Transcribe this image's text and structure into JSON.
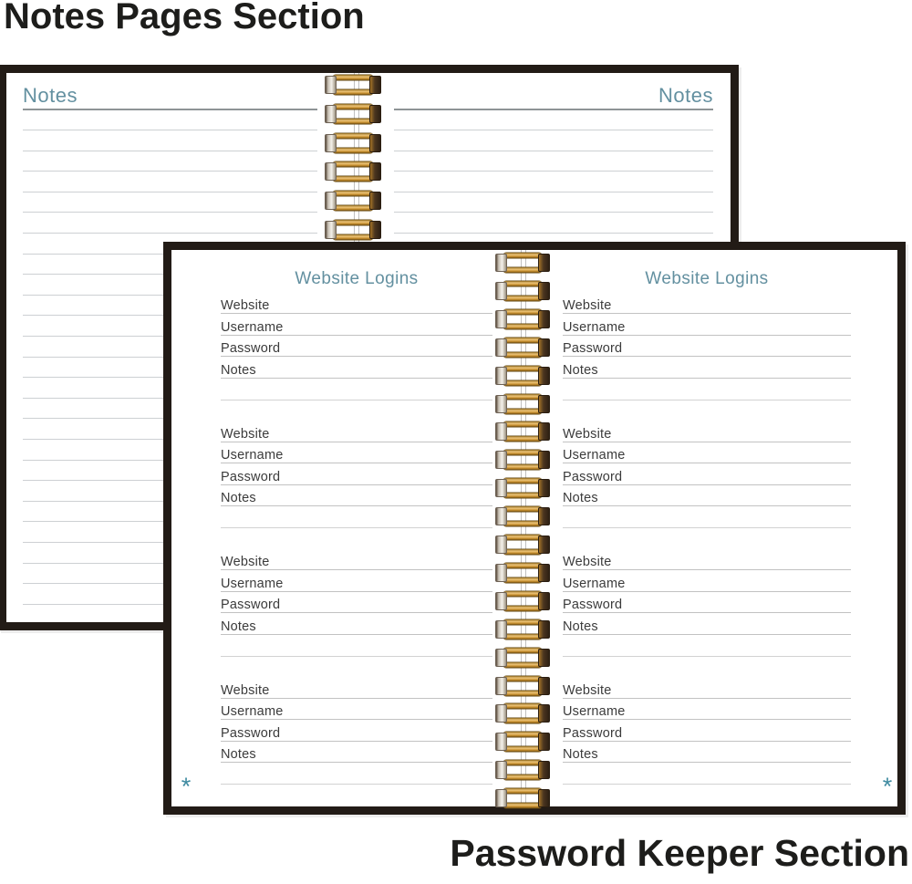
{
  "captions": {
    "top": "Notes Pages Section",
    "bottom": "Password Keeper Section"
  },
  "notes_spread": {
    "left_header": "Notes",
    "right_header": "Notes",
    "line_count": 24,
    "binding_loops": 6
  },
  "password_spread": {
    "page_header": "Website Logins",
    "field_labels": [
      "Website",
      "Username",
      "Password",
      "Notes"
    ],
    "block_count": 4,
    "footnote_marker": "*",
    "binding_loops": 20
  },
  "colors": {
    "caption": "#1d1d1b",
    "cover": "#221b16",
    "header_teal": "#6390a0",
    "label_dark": "#3b3b3b",
    "rule_light": "#cdd0d3",
    "rule_dark": "#8e9496",
    "field_rule": "#c2c2c2",
    "spacer_rule": "#d2d2d2",
    "seam": "#c0c0c0",
    "gold": "#d8a348",
    "asterisk": "#3f8ba1"
  }
}
